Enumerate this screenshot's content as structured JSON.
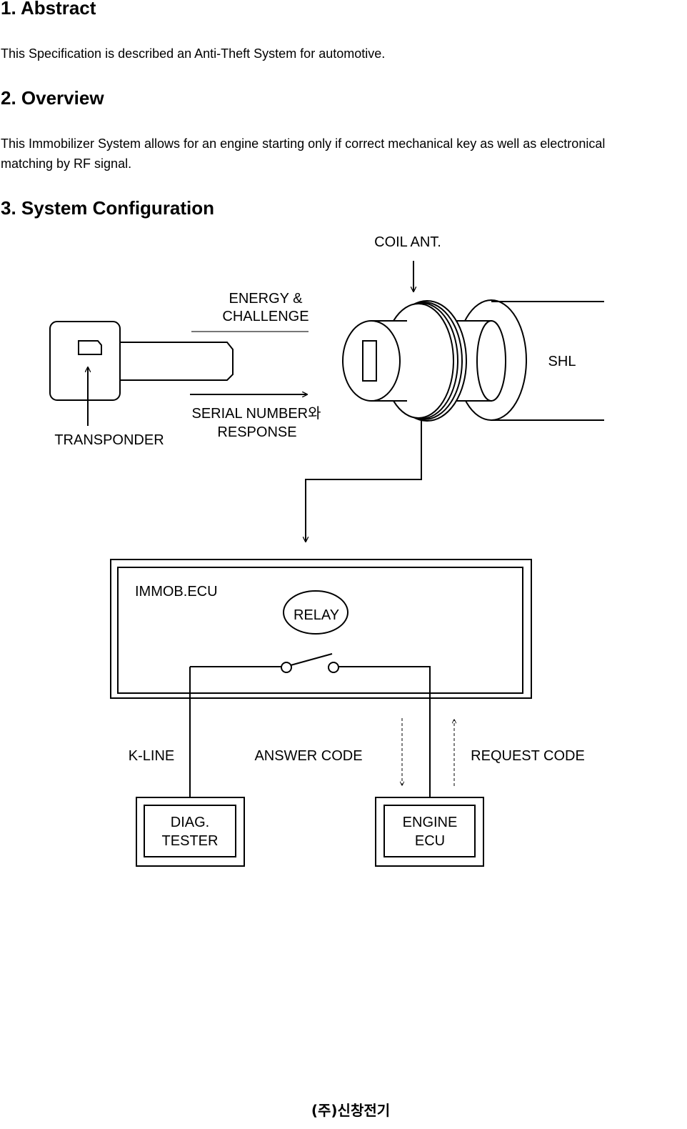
{
  "sections": [
    {
      "heading": "1. Abstract",
      "paragraphs": [
        "This Specification is described an Anti-Theft System for automotive."
      ]
    },
    {
      "heading": "2. Overview",
      "paragraphs": [
        "This Immobilizer System allows for an engine starting only if correct mechanical key as well as electronical",
        "matching by RF signal."
      ]
    },
    {
      "heading": "3. System Configuration"
    }
  ],
  "diagram": {
    "coil_ant": "COIL ANT.",
    "energy_challenge": [
      "ENERGY &",
      "CHALLENGE"
    ],
    "shl": "SHL",
    "transponder": "TRANSPONDER",
    "serial_response": [
      "SERIAL NUMBER와",
      "RESPONSE"
    ],
    "immob_ecu": "IMMOB.ECU",
    "relay": "RELAY",
    "k_line": "K-LINE",
    "answer_code": "ANSWER CODE",
    "request_code": "REQUEST CODE",
    "diag_tester": [
      "DIAG.",
      "TESTER"
    ],
    "engine_ecu": [
      "ENGINE",
      "ECU"
    ]
  },
  "footer": "(주)신창전기"
}
